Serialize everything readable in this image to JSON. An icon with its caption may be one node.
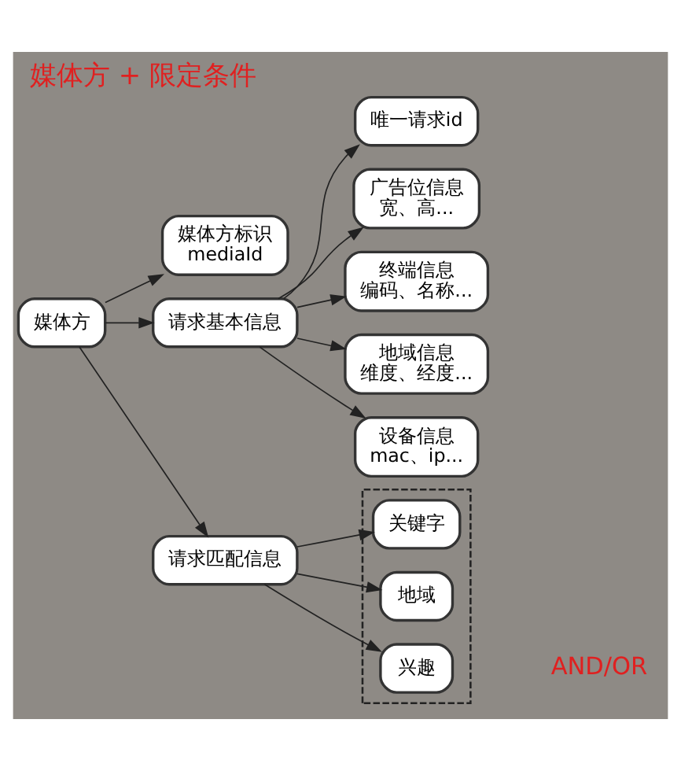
{
  "diagram": {
    "title": "媒体方 + 限定条件",
    "nodes": [
      {
        "text": [
          "媒体方"
        ]
      },
      {
        "text": [
          "媒体方标识 mediaId"
        ]
      },
      {
        "text": [
          "请求基本信息"
        ]
      },
      {
        "text": [
          "请求匹配信息"
        ]
      },
      {
        "text": [
          "唯一请求id"
        ]
      },
      {
        "text": [
          "广告位信息",
          "宽、高..."
        ]
      },
      {
        "text": [
          "终端信息",
          "编码、名称..."
        ]
      },
      {
        "text": [
          "地域信息",
          "维度、经度..."
        ]
      },
      {
        "text": [
          "设备信息",
          "mac、ip..."
        ]
      },
      {
        "text": [],
        "shape": "box"
      },
      {
        "text": [
          "关键字"
        ],
        "in": 9
      },
      {
        "text": [
          "地域"
        ],
        "in": 9
      },
      {
        "text": [
          "兴趣"
        ],
        "in": 9
      }
    ],
    "edges": [
      {
        "from": 0,
        "to": 1,
        "arrow": "to"
      },
      {
        "from": 0,
        "to": 2,
        "arrow": "to"
      },
      {
        "from": 0,
        "to": 3,
        "arrow": "to"
      },
      {
        "from": 2,
        "to": 4,
        "arrow": "to"
      },
      {
        "from": 2,
        "to": 5,
        "arrow": "to"
      },
      {
        "from": 2,
        "to": 6,
        "arrow": "to"
      },
      {
        "from": 2,
        "to": 7,
        "arrow": "to"
      },
      {
        "from": 2,
        "to": 8,
        "arrow": "to"
      },
      {
        "from": 3,
        "to": 10,
        "arrow": "to"
      },
      {
        "from": 3,
        "to": 11,
        "arrow": "to"
      },
      {
        "from": 3,
        "to": 12,
        "arrow": "to"
      }
    ],
    "labels": [
      "AND/OR"
    ]
  }
}
